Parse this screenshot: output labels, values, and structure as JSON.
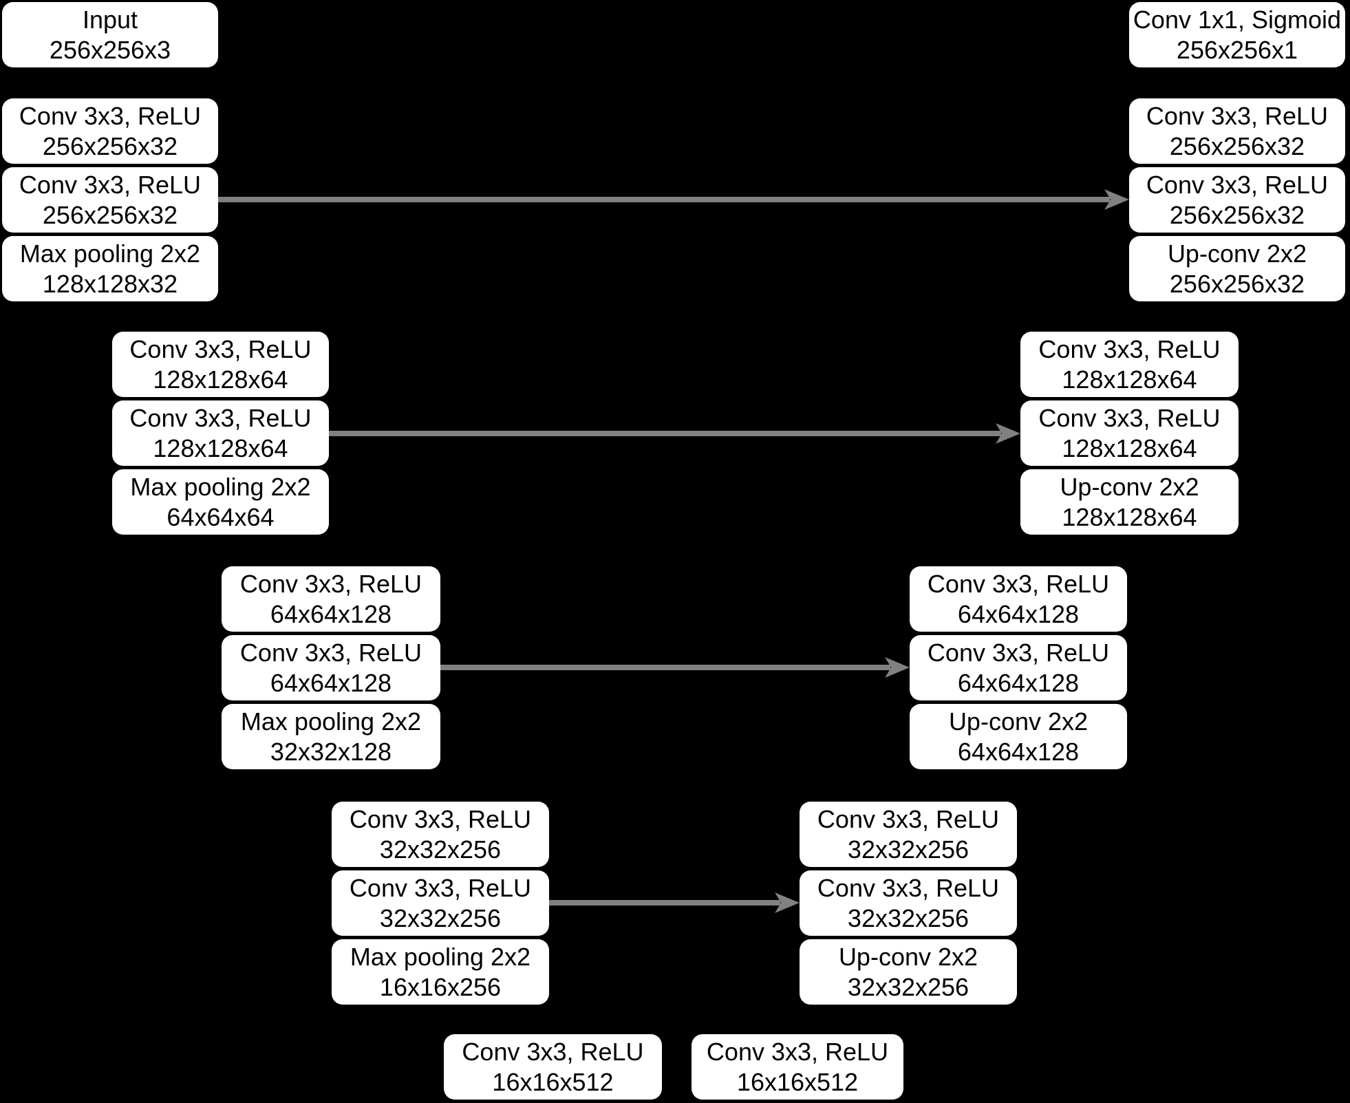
{
  "colors": {
    "background": "#000000",
    "node_fill": "#ffffff",
    "node_text": "#000000",
    "arrow": "#818181"
  },
  "nodes": {
    "input": {
      "line1": "Input",
      "line2": "256x256x3"
    },
    "enc1_conv1": {
      "line1": "Conv 3x3, ReLU",
      "line2": "256x256x32"
    },
    "enc1_conv2": {
      "line1": "Conv 3x3, ReLU",
      "line2": "256x256x32"
    },
    "enc1_pool": {
      "line1": "Max pooling 2x2",
      "line2": "128x128x32"
    },
    "enc2_conv1": {
      "line1": "Conv 3x3, ReLU",
      "line2": "128x128x64"
    },
    "enc2_conv2": {
      "line1": "Conv 3x3, ReLU",
      "line2": "128x128x64"
    },
    "enc2_pool": {
      "line1": "Max pooling 2x2",
      "line2": "64x64x64"
    },
    "enc3_conv1": {
      "line1": "Conv 3x3, ReLU",
      "line2": "64x64x128"
    },
    "enc3_conv2": {
      "line1": "Conv 3x3, ReLU",
      "line2": "64x64x128"
    },
    "enc3_pool": {
      "line1": "Max pooling 2x2",
      "line2": "32x32x128"
    },
    "enc4_conv1": {
      "line1": "Conv 3x3, ReLU",
      "line2": "32x32x256"
    },
    "enc4_conv2": {
      "line1": "Conv 3x3, ReLU",
      "line2": "32x32x256"
    },
    "enc4_pool": {
      "line1": "Max pooling 2x2",
      "line2": "16x16x256"
    },
    "bottleneck_conv1": {
      "line1": "Conv 3x3, ReLU",
      "line2": "16x16x512"
    },
    "bottleneck_conv2": {
      "line1": "Conv 3x3, ReLU",
      "line2": "16x16x512"
    },
    "dec4_conv1": {
      "line1": "Conv 3x3, ReLU",
      "line2": "32x32x256"
    },
    "dec4_conv2": {
      "line1": "Conv 3x3, ReLU",
      "line2": "32x32x256"
    },
    "dec4_upconv": {
      "line1": "Up-conv 2x2",
      "line2": "32x32x256"
    },
    "dec3_conv1": {
      "line1": "Conv 3x3, ReLU",
      "line2": "64x64x128"
    },
    "dec3_conv2": {
      "line1": "Conv 3x3, ReLU",
      "line2": "64x64x128"
    },
    "dec3_upconv": {
      "line1": "Up-conv 2x2",
      "line2": "64x64x128"
    },
    "dec2_conv1": {
      "line1": "Conv 3x3, ReLU",
      "line2": "128x128x64"
    },
    "dec2_conv2": {
      "line1": "Conv 3x3, ReLU",
      "line2": "128x128x64"
    },
    "dec2_upconv": {
      "line1": "Up-conv 2x2",
      "line2": "128x128x64"
    },
    "dec1_conv1": {
      "line1": "Conv 3x3, ReLU",
      "line2": "256x256x32"
    },
    "dec1_conv2": {
      "line1": "Conv 3x3, ReLU",
      "line2": "256x256x32"
    },
    "dec1_upconv": {
      "line1": "Up-conv 2x2",
      "line2": "256x256x32"
    },
    "output": {
      "line1": "Conv 1x1, Sigmoid",
      "line2": "256x256x1"
    }
  },
  "skip_connections": [
    {
      "from": "enc1_conv2",
      "to": "dec1_conv2"
    },
    {
      "from": "enc2_conv2",
      "to": "dec2_conv2"
    },
    {
      "from": "enc3_conv2",
      "to": "dec3_conv2"
    },
    {
      "from": "enc4_conv2",
      "to": "dec4_conv2"
    }
  ]
}
